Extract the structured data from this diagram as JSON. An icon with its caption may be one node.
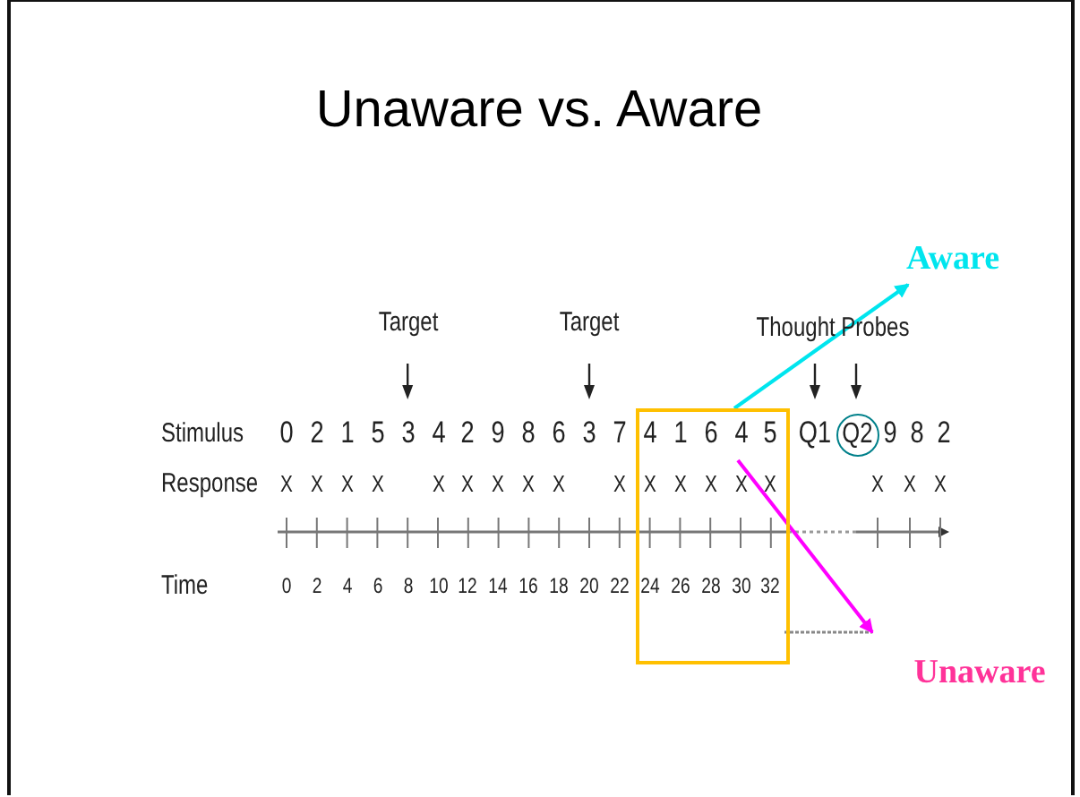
{
  "diagram": {
    "title": "Unaware vs. Aware",
    "nodes": [
      {
        "text": [
          "Aware"
        ]
      },
      {
        "text": [],
        "shape": "box"
      },
      {
        "text": [
          "Q2"
        ]
      },
      {
        "text": [
          "Unaware"
        ]
      }
    ],
    "edges": [
      {
        "from": 1,
        "to": 0,
        "arrow": "to",
        "color": "#00e5ee"
      },
      {
        "from": 1,
        "to": 3,
        "arrow": "to",
        "color": "#ff00ff"
      }
    ],
    "labels": [
      "Target",
      "Target",
      "Thought Probes",
      "Stimulus",
      "0",
      "2",
      "1",
      "5",
      "3",
      "4",
      "2",
      "9",
      "8",
      "6",
      "3",
      "7",
      "4",
      "1",
      "6",
      "4",
      "5",
      "Q1",
      "9",
      "8",
      "2",
      "Response",
      "X",
      "X",
      "X",
      "X",
      "X",
      "X",
      "X",
      "X",
      "X",
      "X",
      "X",
      "X",
      "X",
      "X",
      "X",
      "X",
      "X",
      "X",
      "Time",
      "0",
      "2",
      "4",
      "6",
      "8",
      "10",
      "12",
      "14",
      "16",
      "18",
      "20",
      "22",
      "24",
      "26",
      "28",
      "30",
      "32"
    ]
  }
}
